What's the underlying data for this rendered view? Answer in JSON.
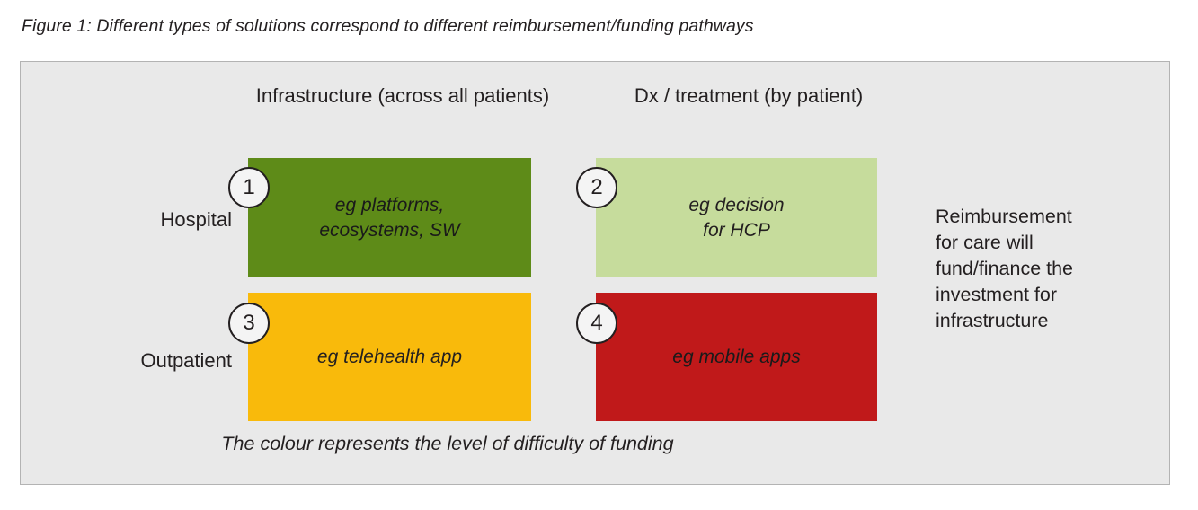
{
  "figure": {
    "caption": "Figure 1: Different types of solutions correspond to different reimbursement/funding pathways",
    "footnote": "The colour represents the level of difficulty of funding",
    "side_note": "Reimbursement\nfor care will\nfund/finance the\ninvestment for\ninfrastructure"
  },
  "matrix": {
    "columns": [
      {
        "id": "infrastructure",
        "label": "Infrastructure\n(across all patients)"
      },
      {
        "id": "dx-treatment",
        "label": "Dx / treatment\n(by patient)"
      }
    ],
    "rows": [
      {
        "id": "hospital",
        "label": "Hospital"
      },
      {
        "id": "outpatient",
        "label": "Outpatient"
      }
    ],
    "cells": [
      {
        "number": "1",
        "row": "Hospital",
        "column": "Infrastructure",
        "text": "eg platforms,\necosystems, SW",
        "color": "#5e8b18",
        "difficulty": "dark green"
      },
      {
        "number": "2",
        "row": "Hospital",
        "column": "Dx / treatment",
        "text": "eg decision\nfor HCP",
        "color": "#c6dc9c",
        "difficulty": "light green"
      },
      {
        "number": "3",
        "row": "Outpatient",
        "column": "Infrastructure",
        "text": "eg telehealth app",
        "color": "#f9ba0b",
        "difficulty": "amber"
      },
      {
        "number": "4",
        "row": "Outpatient",
        "column": "Dx / treatment",
        "text": "eg mobile apps",
        "color": "#c0191a",
        "difficulty": "red"
      }
    ]
  },
  "colors": {
    "panel_background": "#e9e9e9",
    "panel_border": "#b3b3b3",
    "page_background": "#ffffff",
    "text": "#231f20"
  }
}
